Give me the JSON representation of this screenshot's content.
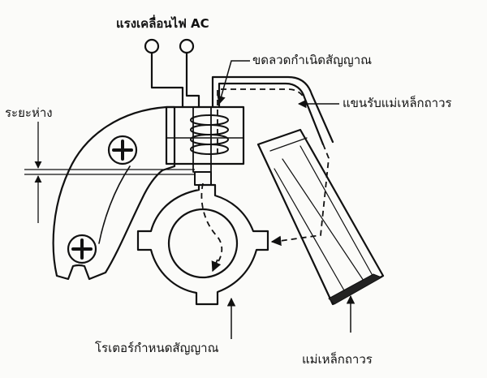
{
  "labels": {
    "ac_voltage": "แรงเคลื่อนไฟ AC",
    "pickup_coil": "ขดลวดกำเนิดสัญญาณ",
    "magnet_arm": "แขนรับแม่เหล็กถาวร",
    "air_gap": "ระยะห่าง",
    "reluctor": "โรเตอร์กำหนดสัญญาณ",
    "permanent_magnet": "แม่เหล็กถาวร"
  }
}
